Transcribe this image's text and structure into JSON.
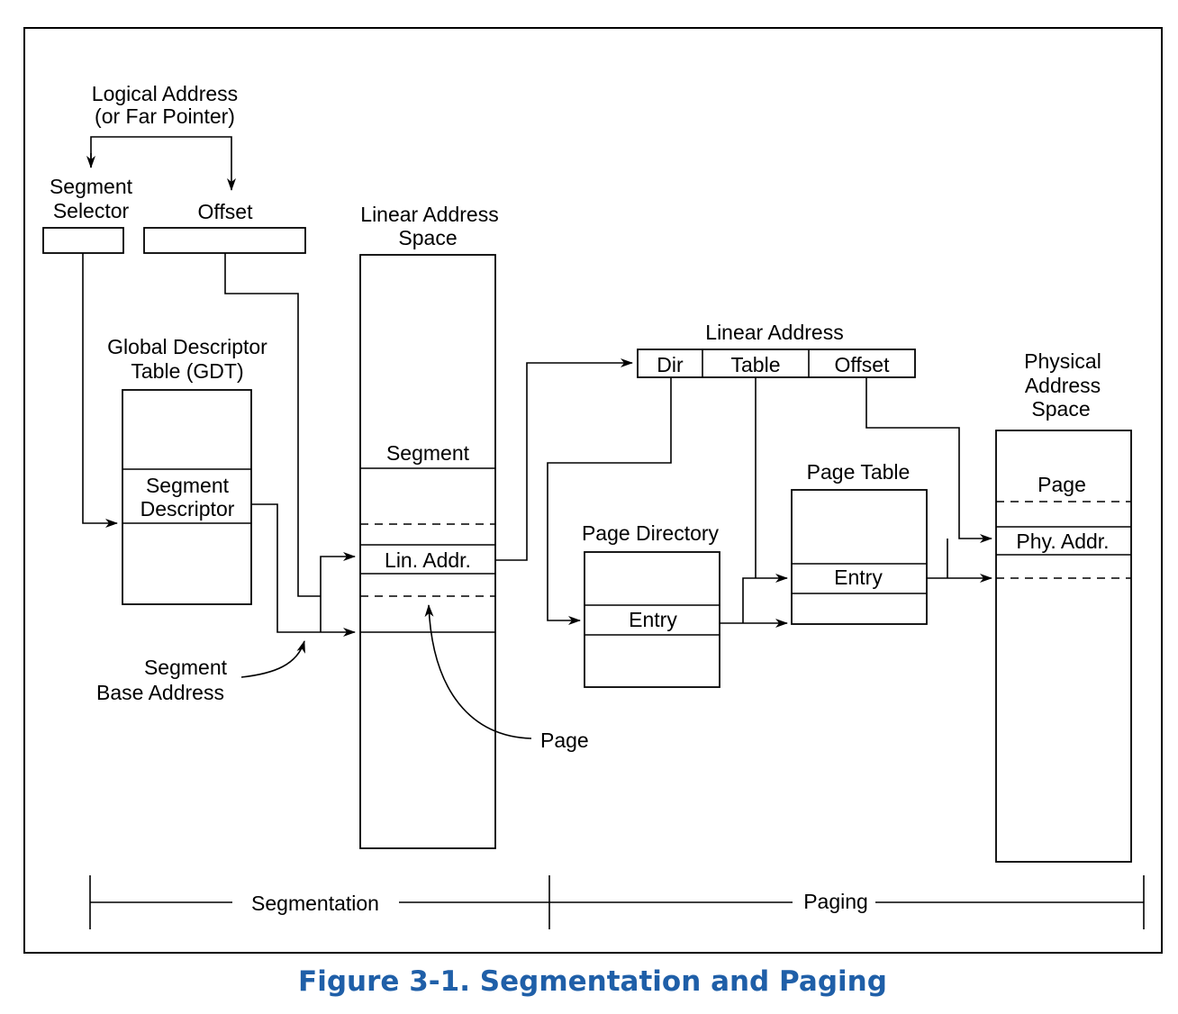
{
  "logical_address": [
    "Logical Address",
    "(or Far Pointer)"
  ],
  "segment_selector": [
    "Segment",
    "Selector"
  ],
  "offset": "Offset",
  "gdt_title": [
    "Global Descriptor",
    "Table (GDT)"
  ],
  "segment_descriptor": [
    "Segment",
    "Descriptor"
  ],
  "linear_space_title": [
    "Linear Address",
    "Space"
  ],
  "segment": "Segment",
  "lin_addr": "Lin. Addr.",
  "segment_base": [
    "Segment",
    "Base Address"
  ],
  "page_curve": "Page",
  "linear_address": "Linear Address",
  "la_fields": [
    "Dir",
    "Table",
    "Offset"
  ],
  "page_directory": "Page Directory",
  "pd_entry": "Entry",
  "page_table": "Page Table",
  "pt_entry": "Entry",
  "physical_title": [
    "Physical",
    "Address",
    "Space"
  ],
  "phys_page": "Page",
  "phy_addr": "Phy. Addr.",
  "segmentation": "Segmentation",
  "paging": "Paging",
  "caption": "Figure 3-1.  Segmentation and Paging",
  "colors": {
    "caption": "#1f5fa8",
    "line": "#000000"
  }
}
